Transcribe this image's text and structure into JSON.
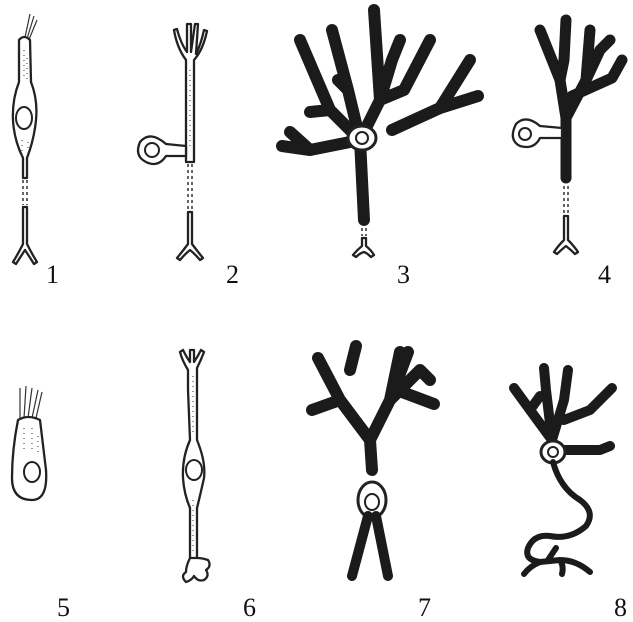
{
  "figure": {
    "cells": [
      {
        "label": "1"
      },
      {
        "label": "2"
      },
      {
        "label": "3"
      },
      {
        "label": "4"
      },
      {
        "label": "5"
      },
      {
        "label": "6"
      },
      {
        "label": "7"
      },
      {
        "label": "8"
      }
    ]
  }
}
